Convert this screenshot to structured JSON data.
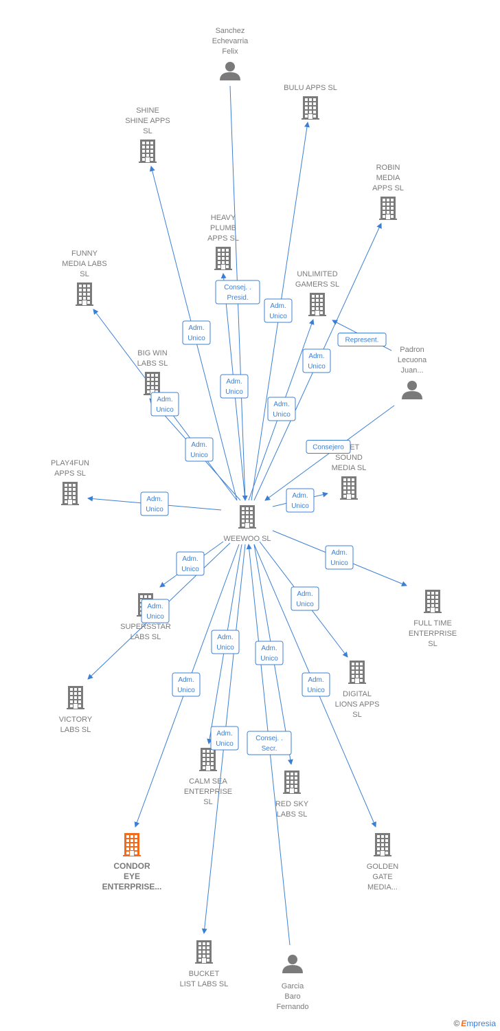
{
  "nodes": [
    {
      "id": "weewoo",
      "type": "company",
      "label": [
        "WEEWOO  SL"
      ],
      "center": true
    },
    {
      "id": "sanchez",
      "type": "person",
      "label": [
        "Sanchez",
        "Echevarria",
        "Felix"
      ]
    },
    {
      "id": "bulu",
      "type": "company",
      "label": [
        "BULU APPS  SL"
      ]
    },
    {
      "id": "shine",
      "type": "company",
      "label": [
        "SHINE",
        "SHINE APPS",
        "SL"
      ]
    },
    {
      "id": "robin",
      "type": "company",
      "label": [
        "ROBIN",
        "MEDIA",
        "APPS  SL"
      ]
    },
    {
      "id": "heavy",
      "type": "company",
      "label": [
        "HEAVY",
        "PLUMB",
        "APPS  SL"
      ]
    },
    {
      "id": "funny",
      "type": "company",
      "label": [
        "FUNNY",
        "MEDIA LABS",
        "SL"
      ]
    },
    {
      "id": "unlimited",
      "type": "company",
      "label": [
        "UNLIMITED",
        "GAMERS  SL"
      ]
    },
    {
      "id": "padron",
      "type": "person",
      "label": [
        "Padron",
        "Lecuona",
        "Juan..."
      ]
    },
    {
      "id": "bigwin",
      "type": "company",
      "label": [
        "BIG WIN",
        "LABS  SL"
      ]
    },
    {
      "id": "pocket",
      "type": "company",
      "label": [
        "...KET",
        "SOUND",
        "MEDIA  SL"
      ]
    },
    {
      "id": "play4fun",
      "type": "company",
      "label": [
        "PLAY4FUN",
        "APPS  SL"
      ]
    },
    {
      "id": "fulltime",
      "type": "company",
      "label": [
        "FULL TIME",
        "ENTERPRISE",
        "SL"
      ]
    },
    {
      "id": "superstar",
      "type": "company",
      "label": [
        "SUPERSSTAR",
        "LABS  SL"
      ]
    },
    {
      "id": "digital",
      "type": "company",
      "label": [
        "DIGITAL",
        "LIONS APPS",
        "SL"
      ]
    },
    {
      "id": "victory",
      "type": "company",
      "label": [
        "VICTORY",
        "LABS  SL"
      ]
    },
    {
      "id": "calmsea",
      "type": "company",
      "label": [
        "CALM SEA",
        "ENTERPRISE",
        "SL"
      ]
    },
    {
      "id": "redsky",
      "type": "company",
      "label": [
        "RED SKY",
        "LABS  SL"
      ]
    },
    {
      "id": "condor",
      "type": "company",
      "label": [
        "CONDOR",
        "EYE",
        "ENTERPRISE..."
      ],
      "focus": true
    },
    {
      "id": "golden",
      "type": "company",
      "label": [
        "GOLDEN",
        "GATE",
        "MEDIA..."
      ]
    },
    {
      "id": "bucket",
      "type": "company",
      "label": [
        "BUCKET",
        "LIST LABS  SL"
      ]
    },
    {
      "id": "garcia",
      "type": "person",
      "label": [
        "Garcia",
        "Baro",
        "Fernando"
      ]
    }
  ],
  "edges": [
    {
      "from": "weewoo",
      "to": "shine",
      "label": [
        "Adm.",
        "Unico"
      ]
    },
    {
      "from": "weewoo",
      "to": "bulu",
      "label": [
        "Adm.",
        "Unico"
      ]
    },
    {
      "from": "sanchez",
      "to": "weewoo",
      "label": [
        "Consej. .",
        "Presid."
      ]
    },
    {
      "from": "weewoo",
      "to": "heavy",
      "label": [
        "Adm.",
        "Unico"
      ]
    },
    {
      "from": "weewoo",
      "to": "robin",
      "label": [
        "Adm.",
        "Unico"
      ]
    },
    {
      "from": "weewoo",
      "to": "unlimited",
      "label": [
        "Adm.",
        "Unico"
      ]
    },
    {
      "from": "padron",
      "to": "unlimited",
      "label": [
        "Represent."
      ]
    },
    {
      "from": "weewoo",
      "to": "funny",
      "label": [
        "Adm.",
        "Unico"
      ]
    },
    {
      "from": "weewoo",
      "to": "bigwin",
      "label": [
        "Adm.",
        "Unico"
      ]
    },
    {
      "from": "padron",
      "to": "weewoo",
      "label": [
        "Consejero"
      ]
    },
    {
      "from": "weewoo",
      "to": "play4fun",
      "label": [
        "Adm.",
        "Unico"
      ]
    },
    {
      "from": "weewoo",
      "to": "pocket",
      "label": [
        "Adm.",
        "Unico"
      ]
    },
    {
      "from": "weewoo",
      "to": "fulltime",
      "label": [
        "Adm.",
        "Unico"
      ]
    },
    {
      "from": "weewoo",
      "to": "superstar",
      "label": [
        "Adm.",
        "Unico"
      ]
    },
    {
      "from": "weewoo",
      "to": "victory",
      "label": [
        "Adm.",
        "Unico"
      ]
    },
    {
      "from": "weewoo",
      "to": "digital",
      "label": [
        "Adm.",
        "Unico"
      ]
    },
    {
      "from": "weewoo",
      "to": "calmsea",
      "label": [
        "Adm.",
        "Unico"
      ]
    },
    {
      "from": "weewoo",
      "to": "redsky",
      "label": [
        "Adm.",
        "Unico"
      ]
    },
    {
      "from": "weewoo",
      "to": "condor",
      "label": [
        "Adm.",
        "Unico"
      ]
    },
    {
      "from": "weewoo",
      "to": "golden",
      "label": [
        "Adm.",
        "Unico"
      ]
    },
    {
      "from": "weewoo",
      "to": "bucket",
      "label": [
        "Adm.",
        "Unico"
      ]
    },
    {
      "from": "garcia",
      "to": "weewoo",
      "label": [
        "Consej. .",
        "Secr."
      ]
    }
  ],
  "colors": {
    "company": "#7a7a7a",
    "focus": "#f26a1b",
    "edge": "#3b7fd4",
    "person": "#7a7a7a"
  },
  "brand": {
    "copyright": "©",
    "name": "mpresia",
    "initial": "E"
  }
}
